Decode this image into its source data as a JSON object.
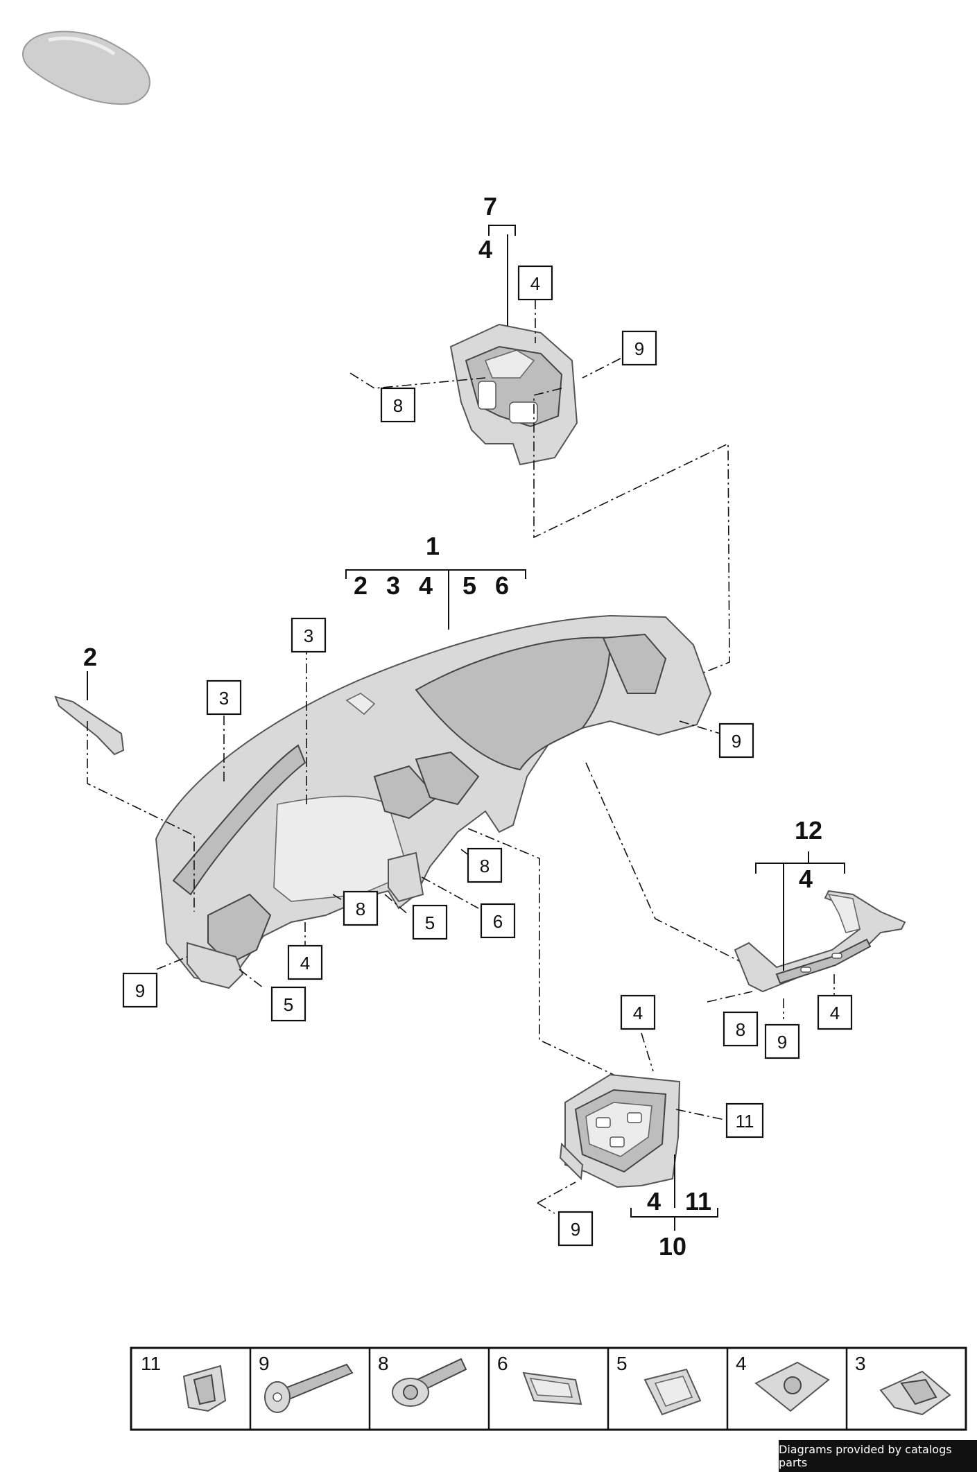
{
  "footer": {
    "credit": "Diagrams provided by catalogs parts"
  },
  "callouts": {
    "c1": "4",
    "c2": "9",
    "c3": "8",
    "c4": "3",
    "c5": "3",
    "c6": "9",
    "c7": "8",
    "c8": "8",
    "c9": "5",
    "c10": "6",
    "c11": "4",
    "c12": "9",
    "c13": "5",
    "c14": "4",
    "c15": "11",
    "c16": "9",
    "c17": "8",
    "c18": "9",
    "c19": "4"
  },
  "assemblies": {
    "top": {
      "main": "7",
      "sub": "4"
    },
    "dash": {
      "main": "1",
      "subs": [
        "2",
        "3",
        "4",
        "5",
        "6"
      ]
    },
    "side": {
      "main": "2"
    },
    "crossbar": {
      "main": "12",
      "sub": "4"
    },
    "cage": {
      "subs": [
        "4",
        "11"
      ],
      "main": "10"
    }
  },
  "legend": [
    "11",
    "9",
    "8",
    "6",
    "5",
    "4",
    "3"
  ]
}
